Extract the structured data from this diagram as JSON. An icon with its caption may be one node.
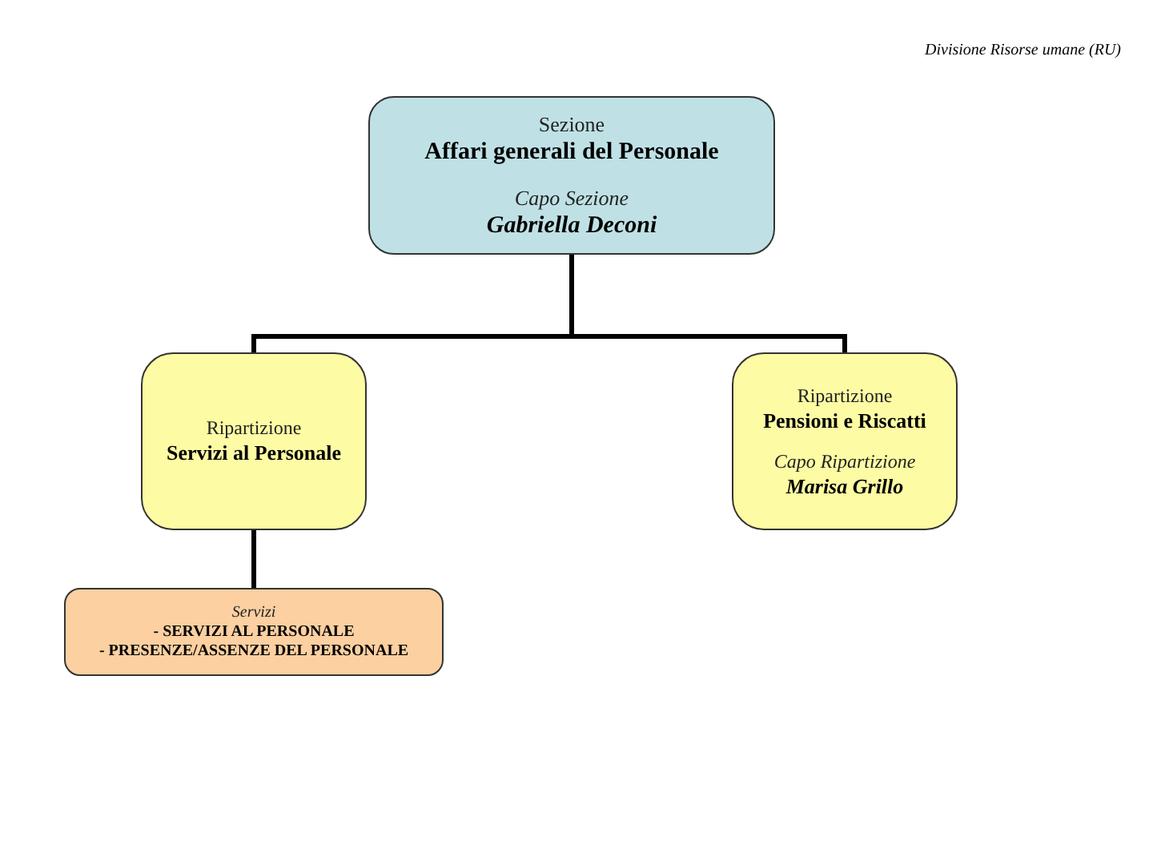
{
  "diagram": {
    "nodes": [
      {
        "text": [
          "Sezione",
          "Affari generali del Personale",
          "Capo Sezione",
          "Gabriella Deconi"
        ]
      },
      {
        "text": [
          "Ripartizione",
          "Servizi al Personale"
        ]
      },
      {
        "text": [
          "Ripartizione",
          "Pensioni e Riscatti",
          "Capo Ripartizione",
          "Marisa Grillo"
        ]
      },
      {
        "text": [
          "Servizi",
          "- SERVIZI AL PERSONALE",
          "- PRESENZE/ASSENZE DEL PERSONALE"
        ]
      }
    ],
    "edges": [
      {
        "from": 0,
        "to": 1,
        "arrow": "none"
      },
      {
        "from": 0,
        "to": 2,
        "arrow": "none"
      },
      {
        "from": 1,
        "to": 3,
        "arrow": "none"
      }
    ],
    "labels": [
      "Divisione Risorse umane (RU)"
    ]
  }
}
